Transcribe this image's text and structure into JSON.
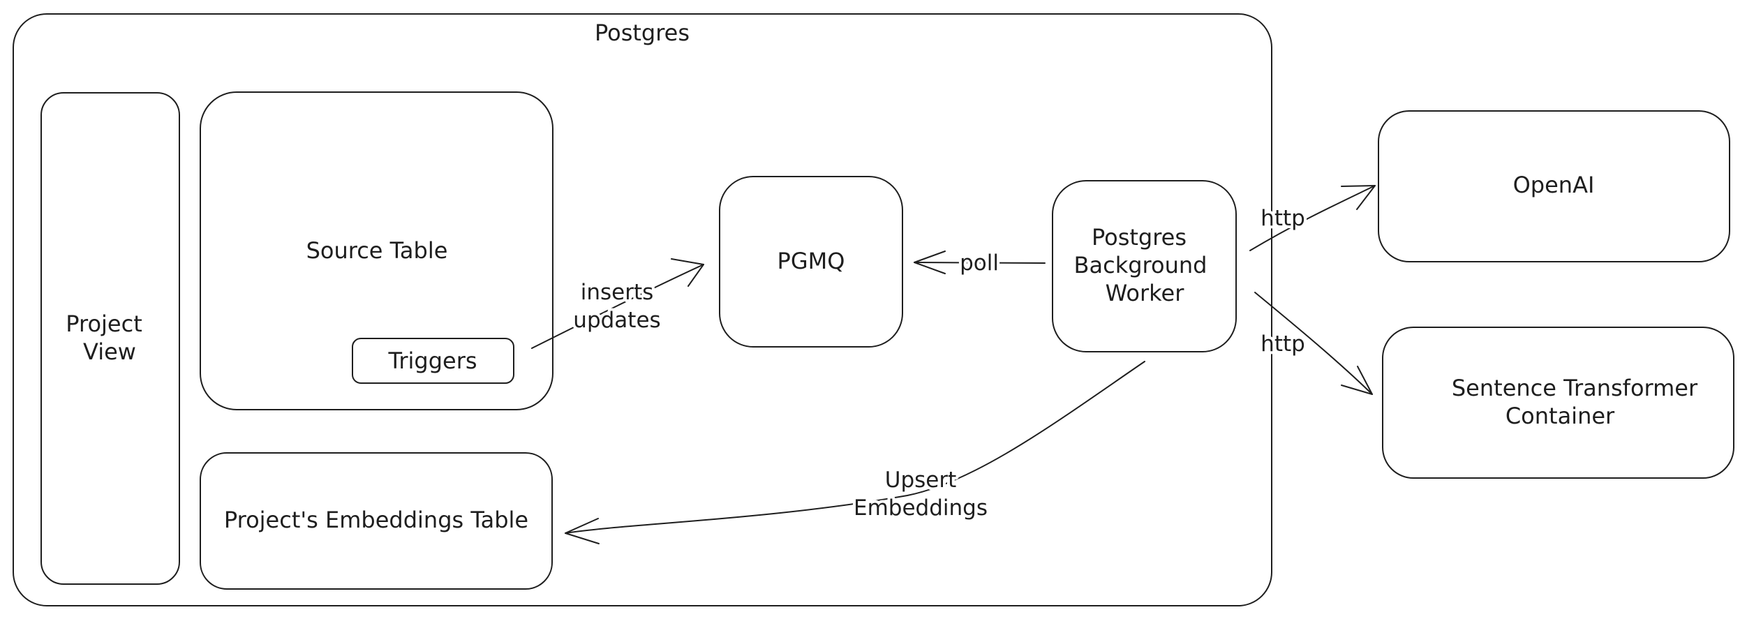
{
  "diagram": {
    "postgres": {
      "label": "Postgres"
    },
    "project_view": {
      "label_lines": [
        "Project",
        "View"
      ]
    },
    "source_table": {
      "label": "Source Table"
    },
    "triggers": {
      "label": "Triggers"
    },
    "embeddings_table": {
      "label": "Project's Embeddings Table"
    },
    "pgmq": {
      "label": "PGMQ"
    },
    "background_worker": {
      "label_lines": [
        "Postgres",
        "Background",
        "Worker"
      ]
    },
    "openai": {
      "label": "OpenAI"
    },
    "sentence_transformer": {
      "label_lines": [
        "Sentence Transformer",
        "Container"
      ]
    },
    "edges": {
      "inserts_updates": {
        "label_lines": [
          "inserts",
          "updates"
        ]
      },
      "poll": {
        "label": "poll"
      },
      "http_openai": {
        "label": "http"
      },
      "http_sentence": {
        "label": "http"
      },
      "upsert_embeddings": {
        "label_lines": [
          "Upsert",
          "Embeddings"
        ]
      }
    }
  },
  "colors": {
    "stroke": "#1e1e1e",
    "background": "#ffffff"
  }
}
